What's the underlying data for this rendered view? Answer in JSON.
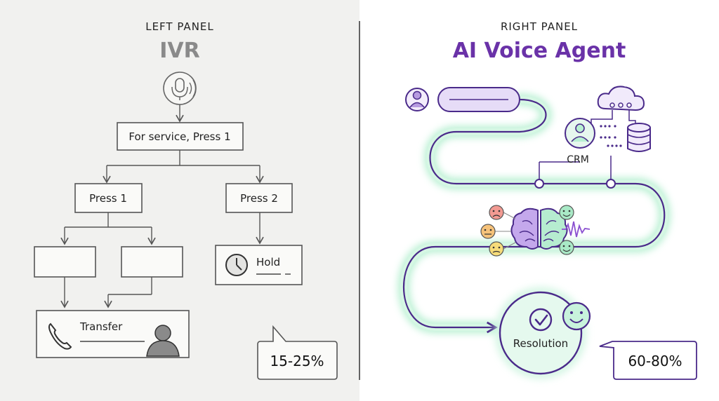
{
  "left_panel": {
    "caption": "LEFT PANEL",
    "title": "IVR",
    "menu_prompt": "For service, Press 1",
    "option_1": "Press 1",
    "option_2": "Press 2",
    "hold_label": "Hold",
    "transfer_label": "Transfer",
    "stat": "15-25%"
  },
  "right_panel": {
    "caption": "RIGHT PANEL",
    "title": "AI Voice Agent",
    "crm_label": "CRM",
    "resolution_label": "Resolution",
    "stat": "60-80%"
  },
  "colors": {
    "left_background": "#f1f1ef",
    "right_accent": "#6a32a8",
    "path_glow": "#b8f0d2",
    "stroke_gray": "#555555"
  }
}
